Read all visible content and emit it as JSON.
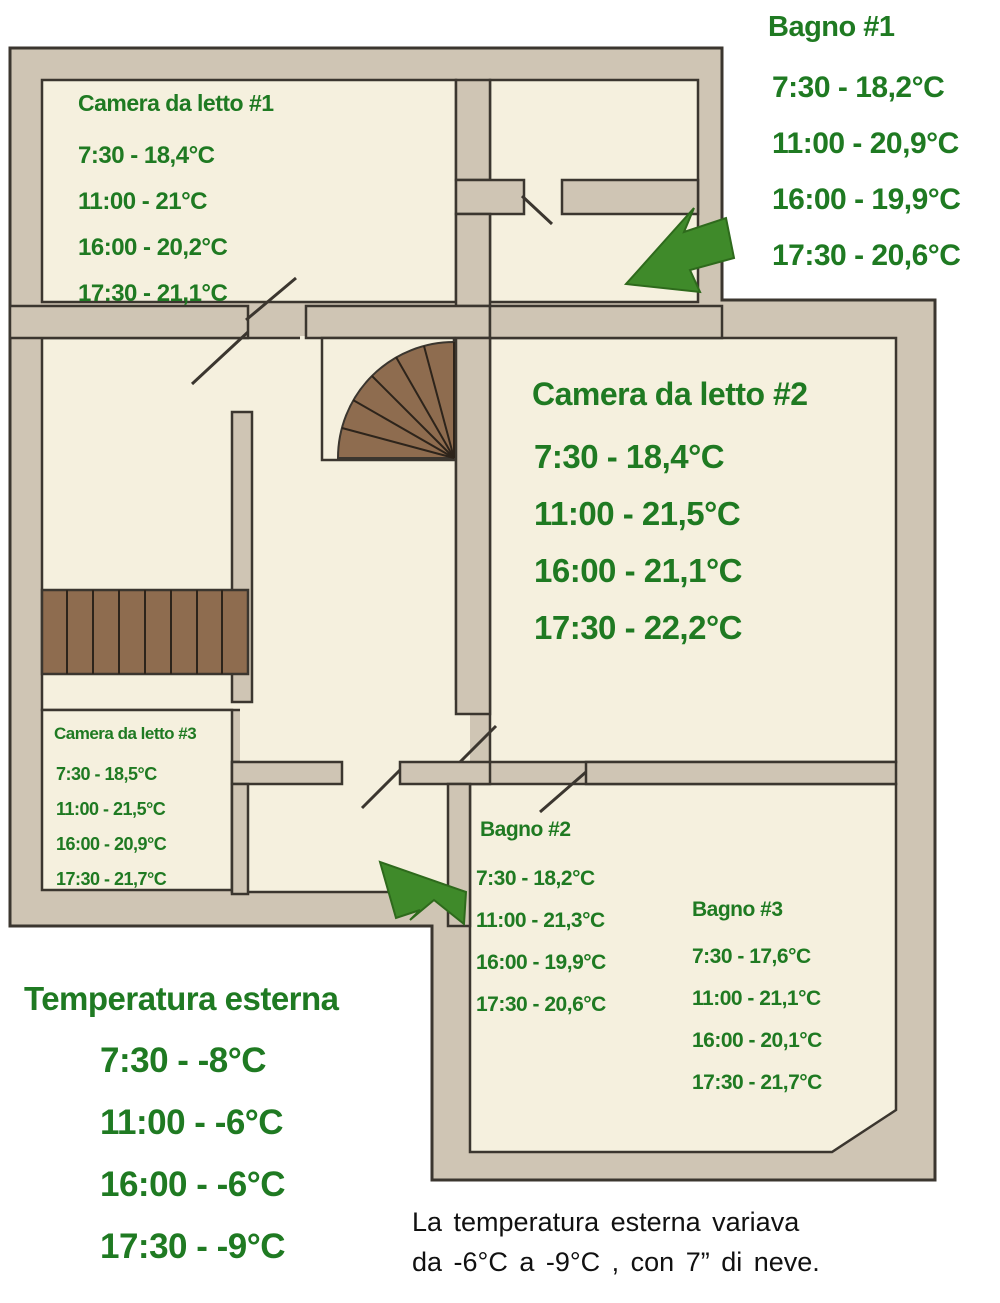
{
  "rooms": {
    "bagno1": {
      "name": "Bagno #1",
      "readings": [
        "7:30 - 18,2°C",
        "11:00 - 20,9°C",
        "16:00 - 19,9°C",
        "17:30 - 20,6°C"
      ]
    },
    "camera1": {
      "name": "Camera da letto #1",
      "readings": [
        "7:30 - 18,4°C",
        "11:00 - 21°C",
        "16:00 - 20,2°C",
        "17:30 - 21,1°C"
      ]
    },
    "camera2": {
      "name": "Camera da letto #2",
      "readings": [
        "7:30 - 18,4°C",
        "11:00 - 21,5°C",
        "16:00 - 21,1°C",
        "17:30 - 22,2°C"
      ]
    },
    "camera3": {
      "name": "Camera da letto #3",
      "readings": [
        "7:30 - 18,5°C",
        "11:00 - 21,5°C",
        "16:00 - 20,9°C",
        "17:30 - 21,7°C"
      ]
    },
    "bagno2": {
      "name": "Bagno #2",
      "readings": [
        "7:30 - 18,2°C",
        "11:00 - 21,3°C",
        "16:00 - 19,9°C",
        "17:30 - 20,6°C"
      ]
    },
    "bagno3": {
      "name": "Bagno #3",
      "readings": [
        "7:30 - 17,6°C",
        "11:00 - 21,1°C",
        "16:00 - 20,1°C",
        "17:30 - 21,7°C"
      ]
    }
  },
  "outside": {
    "title": "Temperatura esterna",
    "readings": [
      "7:30 - -8°C",
      "11:00 - -6°C",
      "16:00 - -6°C",
      "17:30 - -9°C"
    ]
  },
  "caption": {
    "line1": "La temperatura esterna variava",
    "line2": "da -6°C a -9°C , con 7” di neve."
  },
  "colors": {
    "wall": "#cfc5b4",
    "floor": "#f5f0de",
    "outline": "#3b362f",
    "label": "#1f7a22",
    "arrow": "#3f8a2a",
    "stairs": "#8e6c4f"
  }
}
